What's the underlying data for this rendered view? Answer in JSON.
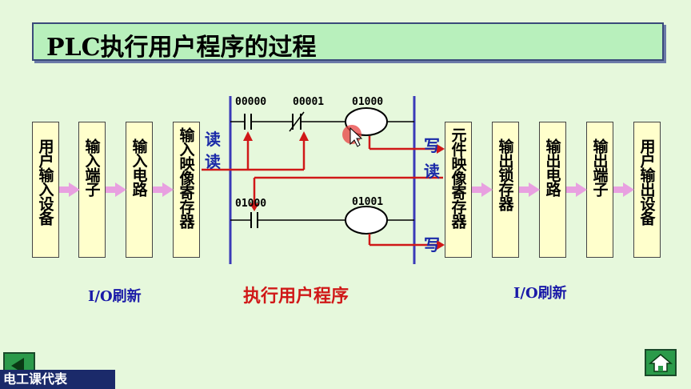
{
  "title": "PLC执行用户程序的过程",
  "left_boxes": [
    "用户输入设备",
    "输入端子",
    "输入电路",
    "输入映像寄存器"
  ],
  "right_boxes": [
    "元件映像寄存器",
    "输出锁存器",
    "输出电路",
    "输出端子",
    "用户输出设备"
  ],
  "ladder": {
    "contact1": "00000",
    "contact2": "00001",
    "coil1": "01000",
    "contact3": "01000",
    "coil2": "01001"
  },
  "rw_labels": {
    "read1": "读",
    "read2": "读",
    "write1": "写",
    "read3": "读",
    "write2": "写"
  },
  "labels": {
    "io_refresh_left": "I/O刷新",
    "execute": "执行用户程序",
    "io_refresh_right": "I/O刷新"
  },
  "footer": "电工课代表",
  "colors": {
    "background": "#e6f8dc",
    "title_bg": "#b8f0bc",
    "box_bg": "#ffffcc",
    "arrow": "#e8a0e0",
    "signal_red": "#d01818",
    "rail_blue": "#3a3ab8"
  }
}
